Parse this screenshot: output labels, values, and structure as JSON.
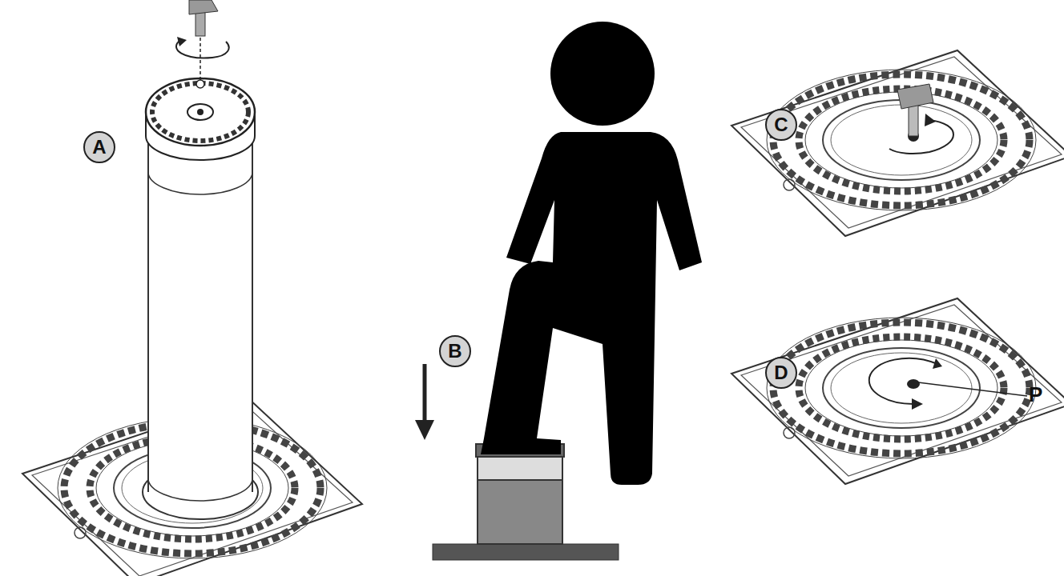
{
  "diagram": {
    "nodes": [
      {
        "text": [
          "A"
        ]
      },
      {
        "text": [
          "B"
        ]
      },
      {
        "text": [
          "C"
        ]
      },
      {
        "text": [
          "D"
        ]
      }
    ],
    "labels": [
      "P"
    ]
  }
}
